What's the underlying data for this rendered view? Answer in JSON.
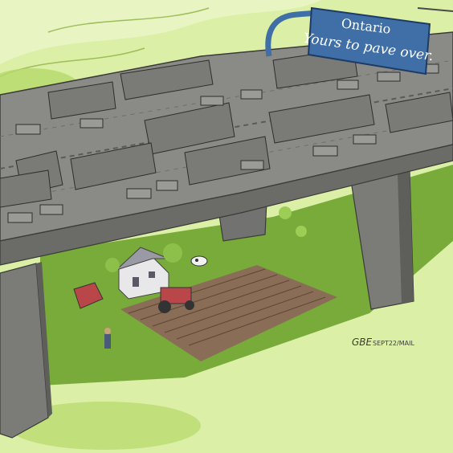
{
  "sign": {
    "province": "Ontario",
    "slogan": "Yours to pave over."
  },
  "signature": {
    "artist": "GBE",
    "date": "SEPT22/MAIL"
  },
  "colors": {
    "grass_light": "#d6ea9a",
    "grass_mid": "#b6d96c",
    "shadow_green": "#74a637",
    "road_deck": "#8a8a86",
    "road_side": "#6f6f6a",
    "pillar": "#7b7b77",
    "field": "#8a6d57",
    "sign_blue": "#3f6fa6",
    "farmhouse": "#e8e8ea",
    "tractor": "#b9474a"
  },
  "icons": {
    "farmhouse": "house-icon",
    "tractor": "tractor-icon",
    "truck": "truck-icon",
    "car": "car-icon",
    "farmer": "person-icon",
    "cow": "cow-icon"
  }
}
